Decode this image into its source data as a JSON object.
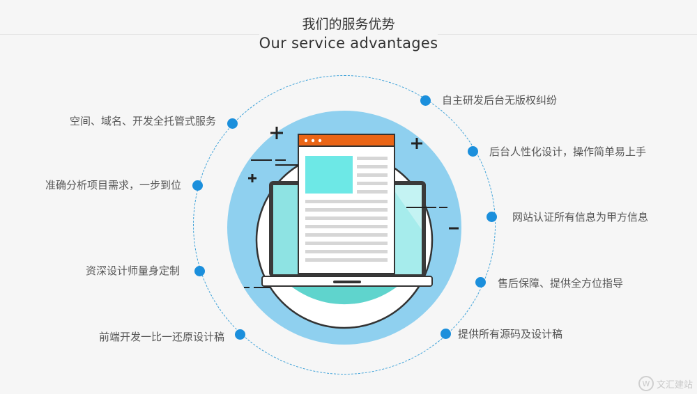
{
  "title": {
    "cn": "我们的服务优势",
    "en": "Our service advantages"
  },
  "features_left": [
    "空间、域名、开发全托管式服务",
    "准确分析项目需求，一步到位",
    "资深设计师量身定制",
    "前端开发一比一还原设计稿"
  ],
  "features_right": [
    "自主研发后台无版权纠纷",
    "后台人性化设计，操作简单易上手",
    "网站认证所有信息为甲方信息",
    "售后保障、提供全方位指导",
    "提供所有源码及设计稿"
  ],
  "watermark": {
    "logo": "W",
    "text": "文汇建站"
  },
  "colors": {
    "accent": "#1b8fdc",
    "circle": "#8fd0ef",
    "orange": "#ea6516",
    "teal": "#6de8e6"
  }
}
